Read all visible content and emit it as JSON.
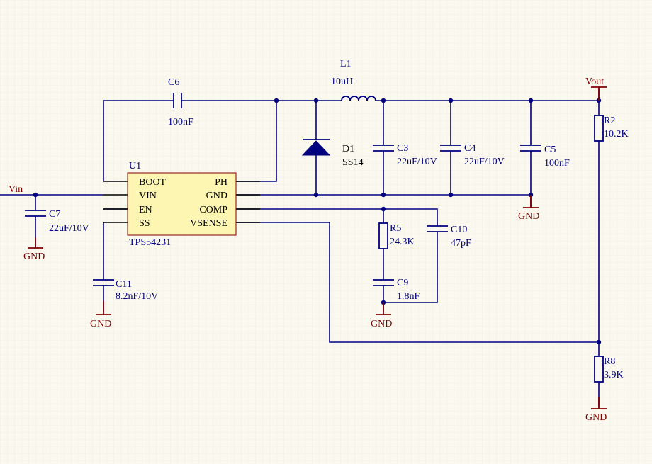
{
  "colors": {
    "background": "#fbf9ef",
    "wire": "#000080",
    "ic_fill": "#fdf6b2",
    "power": "#800000",
    "pin": "#000000"
  },
  "ic": {
    "designator": "U1",
    "part": "TPS54231",
    "pins_left": [
      "BOOT",
      "VIN",
      "EN",
      "SS"
    ],
    "pins_right": [
      "PH",
      "GND",
      "COMP",
      "VSENSE"
    ]
  },
  "components": {
    "c6": {
      "ref": "C6",
      "value": "100nF"
    },
    "l1": {
      "ref": "L1",
      "value": "10uH"
    },
    "d1": {
      "ref": "D1",
      "value": "SS14"
    },
    "c3": {
      "ref": "C3",
      "value": "22uF/10V"
    },
    "c4": {
      "ref": "C4",
      "value": "22uF/10V"
    },
    "c5": {
      "ref": "C5",
      "value": "100nF"
    },
    "c7": {
      "ref": "C7",
      "value": "22uF/10V"
    },
    "c11": {
      "ref": "C11",
      "value": "8.2nF/10V"
    },
    "r5": {
      "ref": "R5",
      "value": "24.3K"
    },
    "c10": {
      "ref": "C10",
      "value": "47pF"
    },
    "c9": {
      "ref": "C9",
      "value": "1.8nF"
    },
    "r2": {
      "ref": "R2",
      "value": "10.2K"
    },
    "r8": {
      "ref": "R8",
      "value": "3.9K"
    }
  },
  "nets": {
    "vin": "Vin",
    "vout": "Vout",
    "gnd": "GND"
  }
}
